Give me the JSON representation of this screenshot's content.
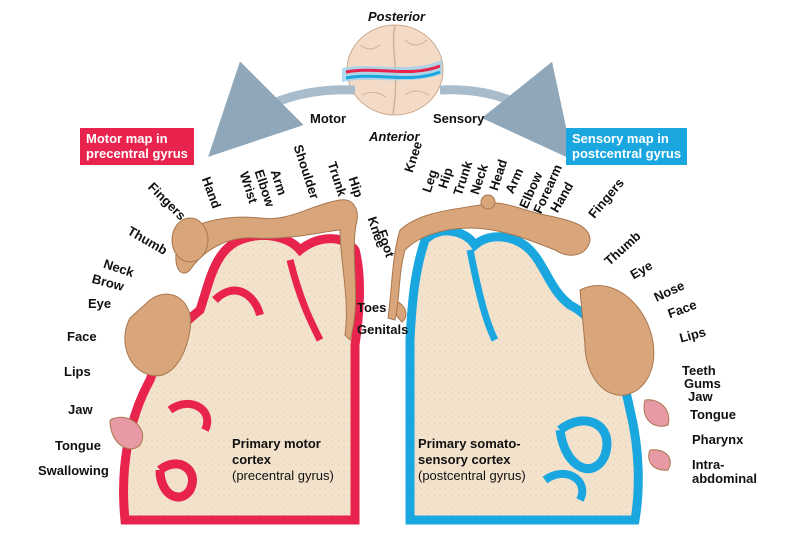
{
  "header": {
    "posterior": "Posterior",
    "anterior": "Anterior",
    "motor": "Motor",
    "sensory": "Sensory"
  },
  "motor_map": {
    "title_line1": "Motor map in",
    "title_line2": "precentral gyrus",
    "color": "#e8234e",
    "parts_vertical": [
      "Hand",
      "Wrist",
      "Elbow",
      "Arm",
      "Shoulder",
      "Trunk",
      "Hip",
      "Knee"
    ],
    "fingers": "Fingers",
    "thumb": "Thumb",
    "parts_side": [
      "Neck",
      "Brow",
      "Eye",
      "Face",
      "Lips",
      "Jaw",
      "Tongue",
      "Swallowing"
    ],
    "toes": "Toes",
    "genitals": "Genitals",
    "cortex_line1": "Primary motor",
    "cortex_line2": "cortex",
    "cortex_line3": "(precentral gyrus)"
  },
  "sensory_map": {
    "title_line1": "Sensory map in",
    "title_line2": "postcentral gyrus",
    "color": "#1aa7e0",
    "parts_vertical": [
      "Knee",
      "Leg",
      "Hip",
      "Trunk",
      "Neck",
      "Head",
      "Arm",
      "Elbow",
      "Forearm",
      "Hand"
    ],
    "foot": "Foot",
    "fingers": "Fingers",
    "thumb": "Thumb",
    "parts_side": [
      "Eye",
      "Nose",
      "Face",
      "Lips",
      "Teeth",
      "Gums",
      "Jaw",
      "Tongue",
      "Pharynx",
      "Intra-",
      "abdominal"
    ],
    "cortex_line1": "Primary somato-",
    "cortex_line2": "sensory cortex",
    "cortex_line3": "(postcentral gyrus)"
  }
}
